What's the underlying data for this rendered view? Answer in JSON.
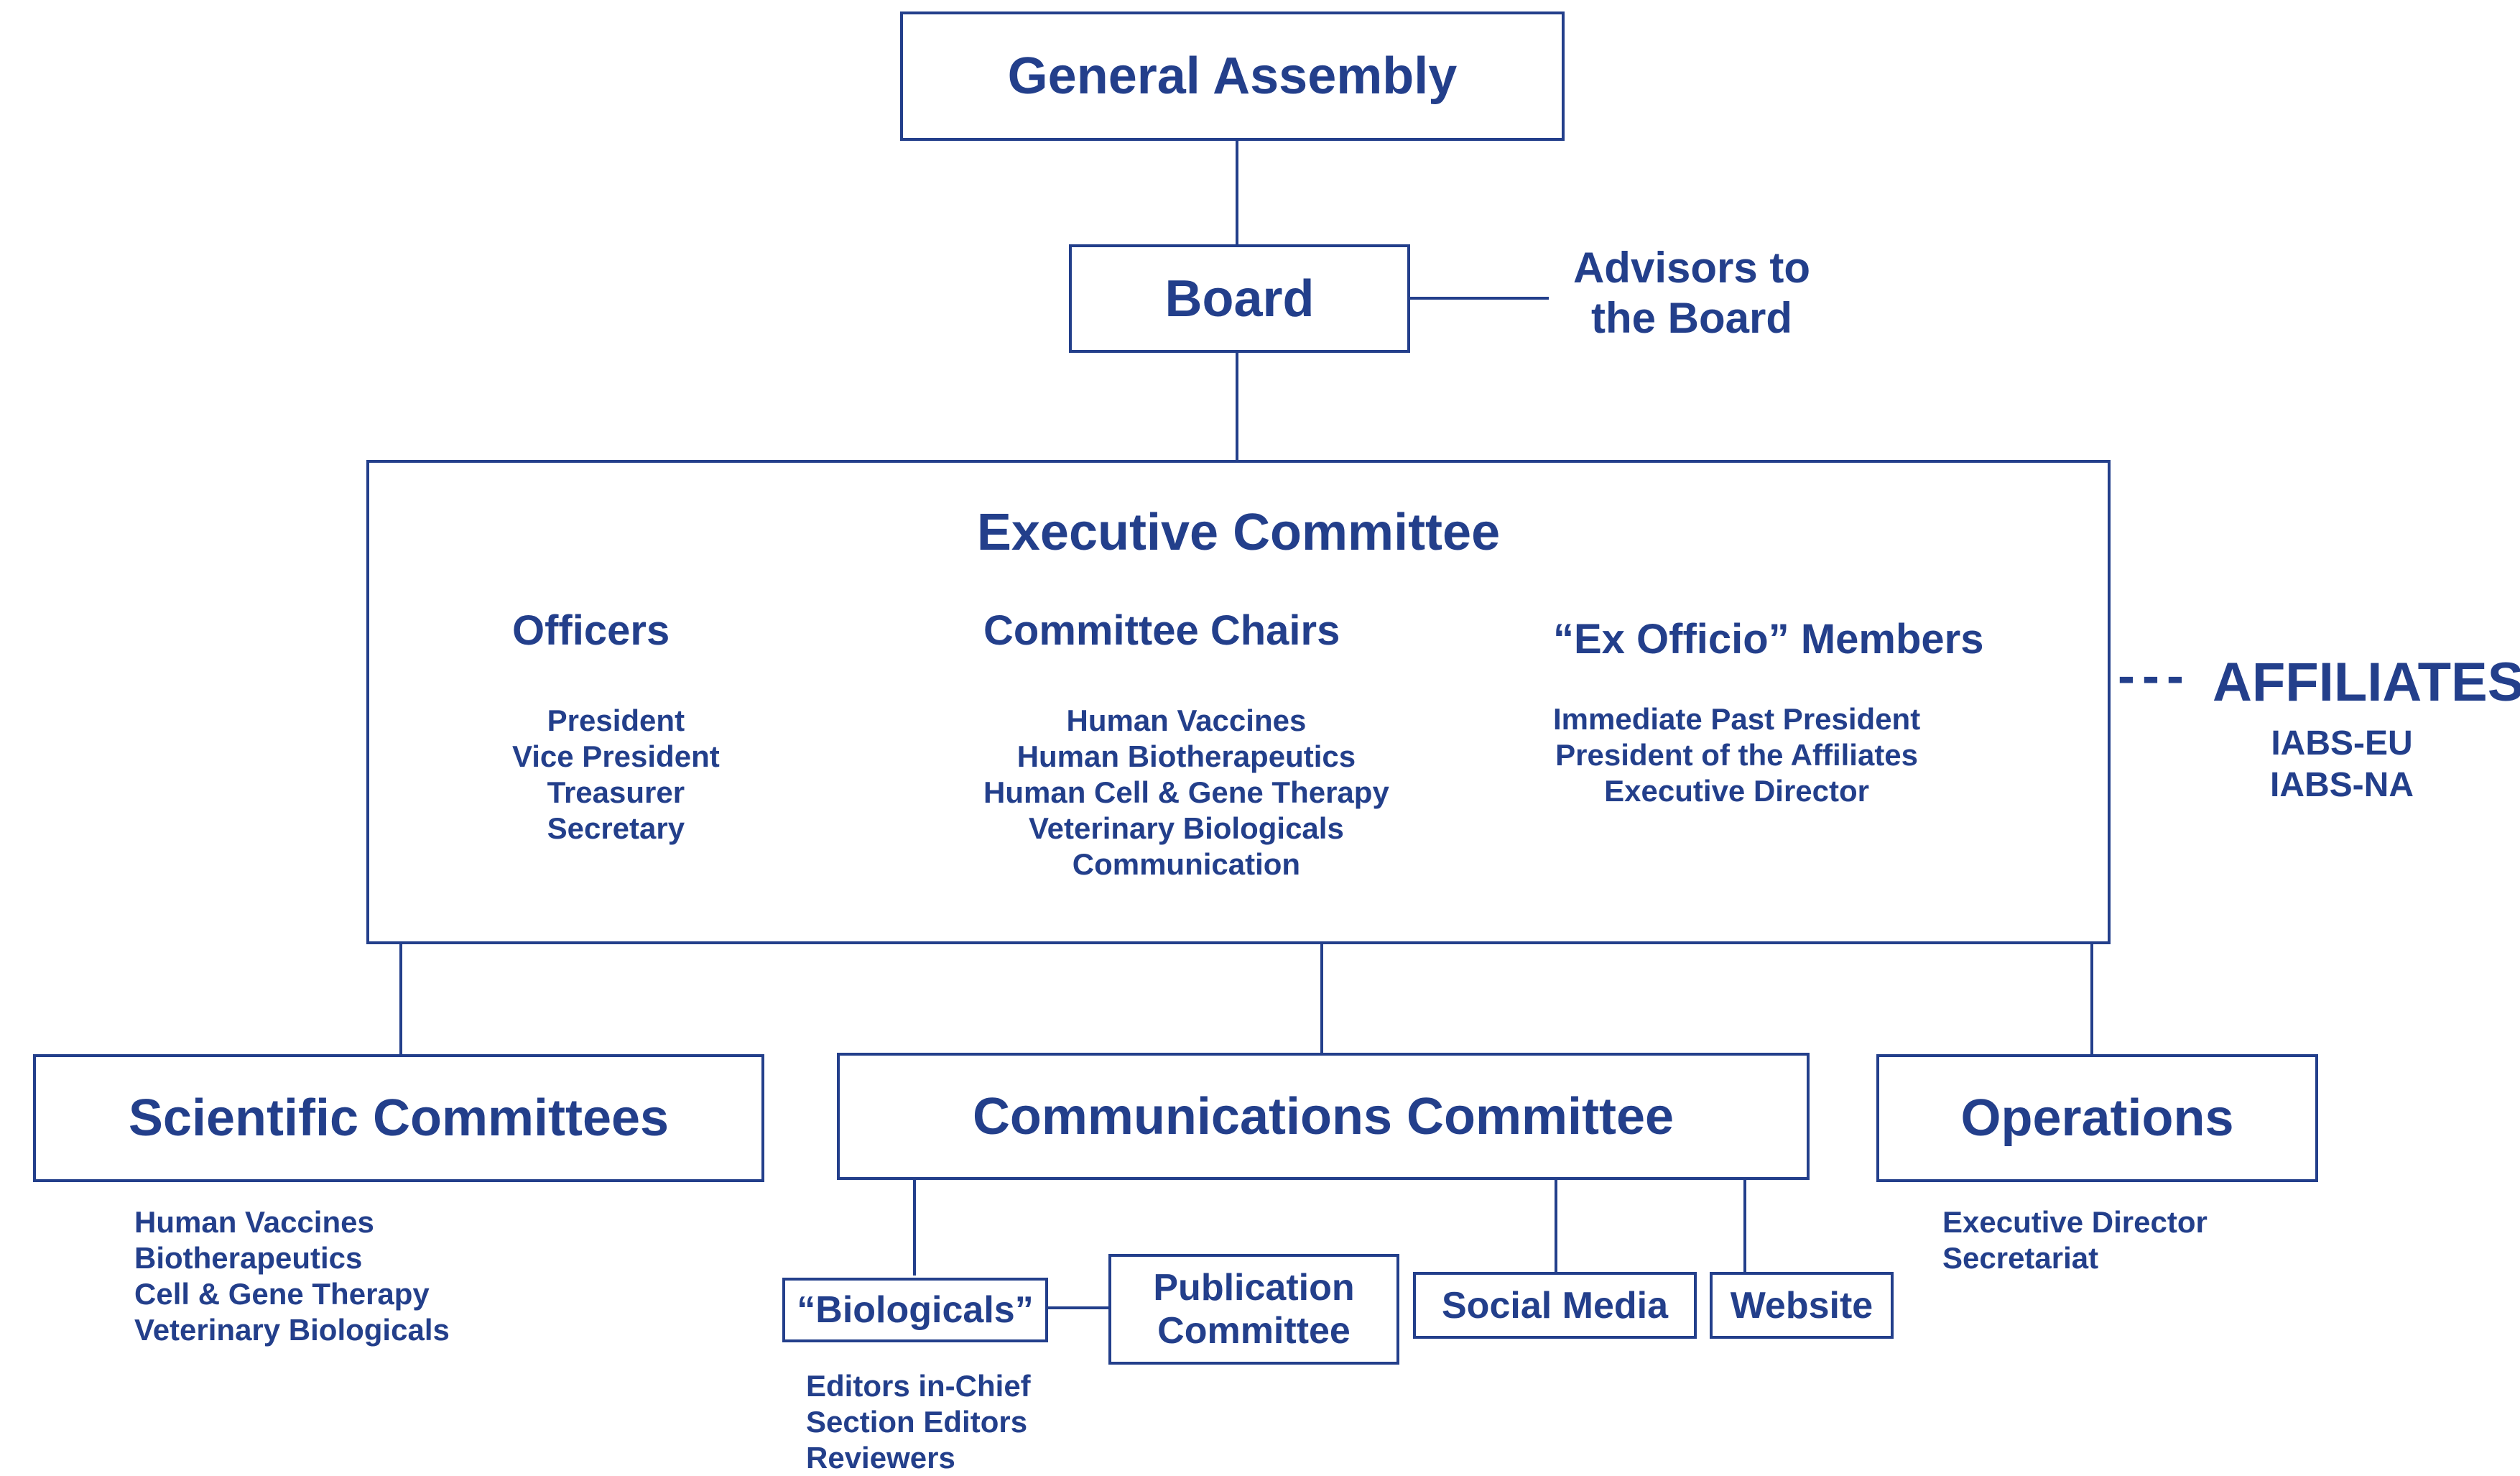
{
  "general_assembly": "General Assembly",
  "board": "Board",
  "advisors": "Advisors to\nthe Board",
  "executive": {
    "title": "Executive Committee",
    "officers": {
      "heading": "Officers",
      "items": "President\nVice President\nTreasurer\nSecretary"
    },
    "chairs": {
      "heading": "Committee Chairs",
      "items": "Human Vaccines\nHuman Biotherapeutics\nHuman Cell & Gene Therapy\nVeterinary Biologicals\nCommunication"
    },
    "ex_officio": {
      "heading": "“Ex Officio” Members",
      "items": "Immediate Past President\nPresident of the Affiliates\nExecutive Director"
    }
  },
  "affiliates": {
    "dashes": "---",
    "title": "AFFILIATES",
    "items": "IABS-EU\nIABS-NA"
  },
  "scientific": {
    "title": "Scientific Committees",
    "items": "Human Vaccines\nBiotherapeutics\nCell & Gene Therapy\nVeterinary Biologicals"
  },
  "communications": {
    "title": "Communications Committee"
  },
  "operations": {
    "title": "Operations",
    "items": "Executive Director\nSecretariat"
  },
  "biologicals": {
    "title": "“Biologicals”",
    "items": "Editors in-Chief\nSection Editors\nReviewers"
  },
  "publication": "Publication\nCommittee",
  "social_media": "Social Media",
  "website": "Website"
}
